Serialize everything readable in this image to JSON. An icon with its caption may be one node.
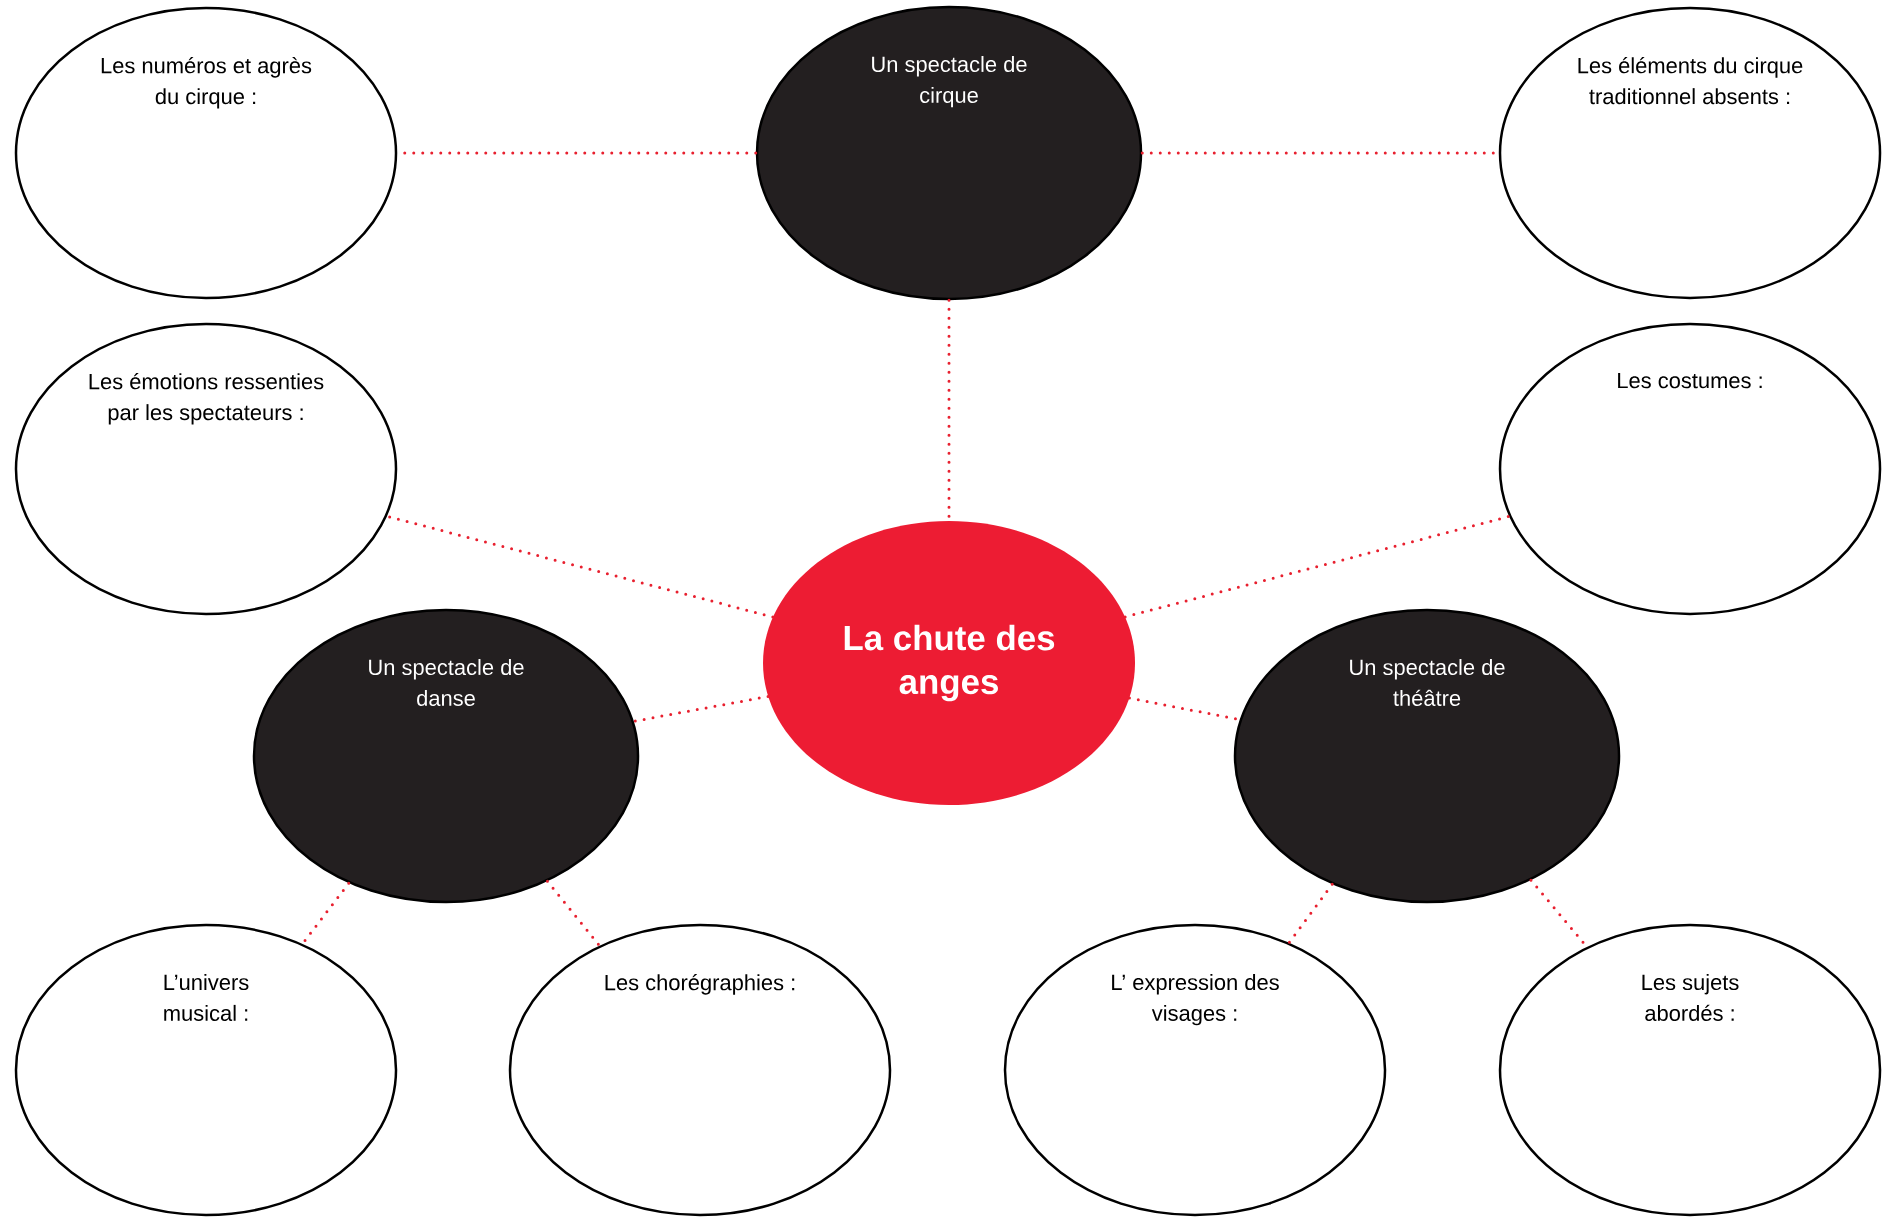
{
  "diagram": {
    "nodes": [
      {
        "text": [
          "Les numéros et agrès du cirque :"
        ]
      },
      {
        "text": [
          "Un spectacle de cirque"
        ]
      },
      {
        "text": [
          "Les éléments du cirque traditionnel absents :"
        ]
      },
      {
        "text": [
          "Les émotions ressenties par les spectateurs :"
        ]
      },
      {
        "text": [
          "Les costumes :"
        ]
      },
      {
        "text": [
          "La chute des anges"
        ]
      },
      {
        "text": [
          "Un spectacle de danse"
        ]
      },
      {
        "text": [
          "Un spectacle de théâtre"
        ]
      },
      {
        "text": [
          "L’univers musical :"
        ]
      },
      {
        "text": [
          "Les chorégraphies :"
        ]
      },
      {
        "text": [
          "L’ expression des visages :"
        ]
      },
      {
        "text": [
          "Les sujets abordés :"
        ]
      }
    ],
    "edges": [
      {
        "from": 1,
        "to": 0,
        "arrow": "none"
      },
      {
        "from": 1,
        "to": 2,
        "arrow": "none"
      },
      {
        "from": 1,
        "to": 5,
        "arrow": "none"
      },
      {
        "from": 5,
        "to": 3,
        "arrow": "none"
      },
      {
        "from": 5,
        "to": 4,
        "arrow": "none"
      },
      {
        "from": 5,
        "to": 6,
        "arrow": "none"
      },
      {
        "from": 5,
        "to": 7,
        "arrow": "none"
      },
      {
        "from": 6,
        "to": 8,
        "arrow": "none"
      },
      {
        "from": 6,
        "to": 9,
        "arrow": "none"
      },
      {
        "from": 7,
        "to": 10,
        "arrow": "none"
      },
      {
        "from": 7,
        "to": 11,
        "arrow": "none"
      }
    ]
  }
}
